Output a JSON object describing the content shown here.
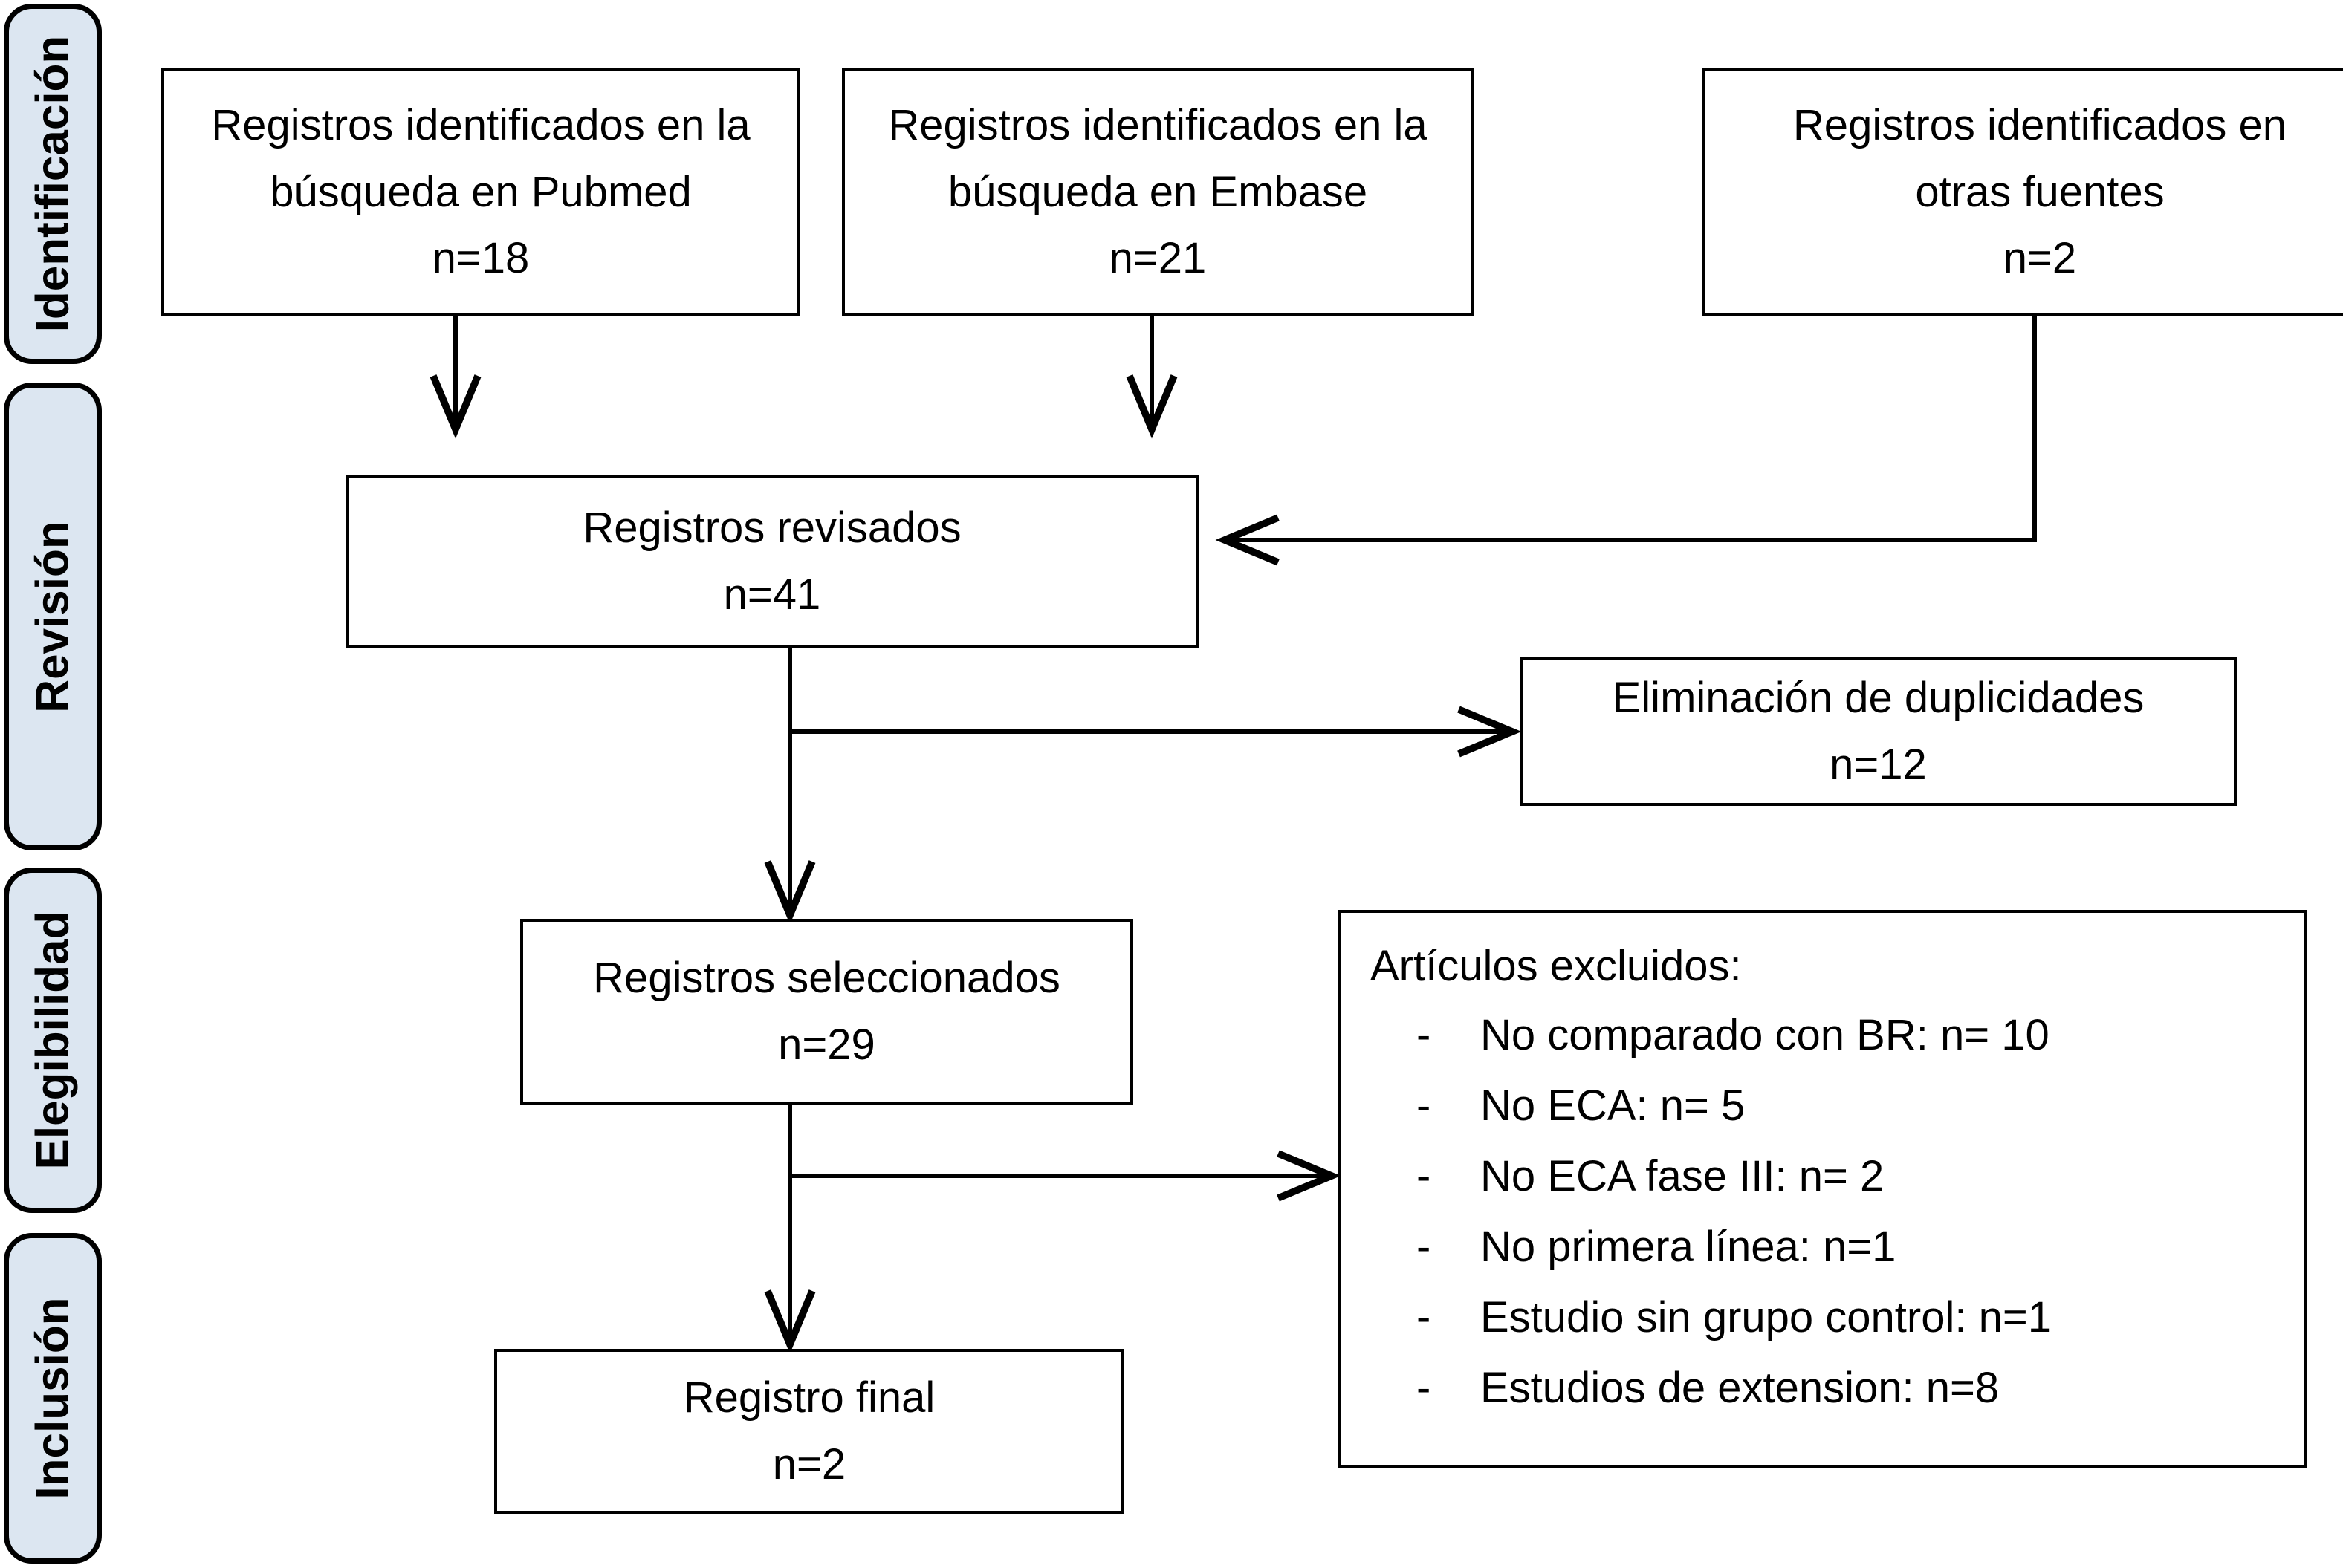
{
  "stages": [
    {
      "label": "Identificación"
    },
    {
      "label": "Revisión"
    },
    {
      "label": "Elegibilidad"
    },
    {
      "label": "Inclusión"
    }
  ],
  "boxes": {
    "pubmed": {
      "l1": "Registros identificados en la",
      "l2": "búsqueda en Pubmed",
      "l3": "n=18"
    },
    "embase": {
      "l1": "Registros identificados en la",
      "l2": "búsqueda en Embase",
      "l3": "n=21"
    },
    "other": {
      "l1": "Registros identificados en",
      "l2": "otras fuentes",
      "l3": "n=2"
    },
    "reviewed": {
      "l1": "Registros revisados",
      "l2": "n=41"
    },
    "duplicates": {
      "l1": "Eliminación de duplicidades",
      "l2": "n=12"
    },
    "selected": {
      "l1": "Registros seleccionados",
      "l2": "n=29"
    },
    "final": {
      "l1": "Registro final",
      "l2": "n=2"
    }
  },
  "excluded": {
    "title": "Artículos excluidos:",
    "bullet": "-",
    "items": [
      "No comparado con BR: n= 10",
      "No ECA: n= 5",
      "No ECA fase III: n= 2",
      "No primera línea: n=1",
      "Estudio sin grupo control: n=1",
      "Estudios de extension: n=8"
    ]
  },
  "colors": {
    "stage_fill": "#dce6f1",
    "stroke": "#000000",
    "box_fill": "#ffffff"
  }
}
